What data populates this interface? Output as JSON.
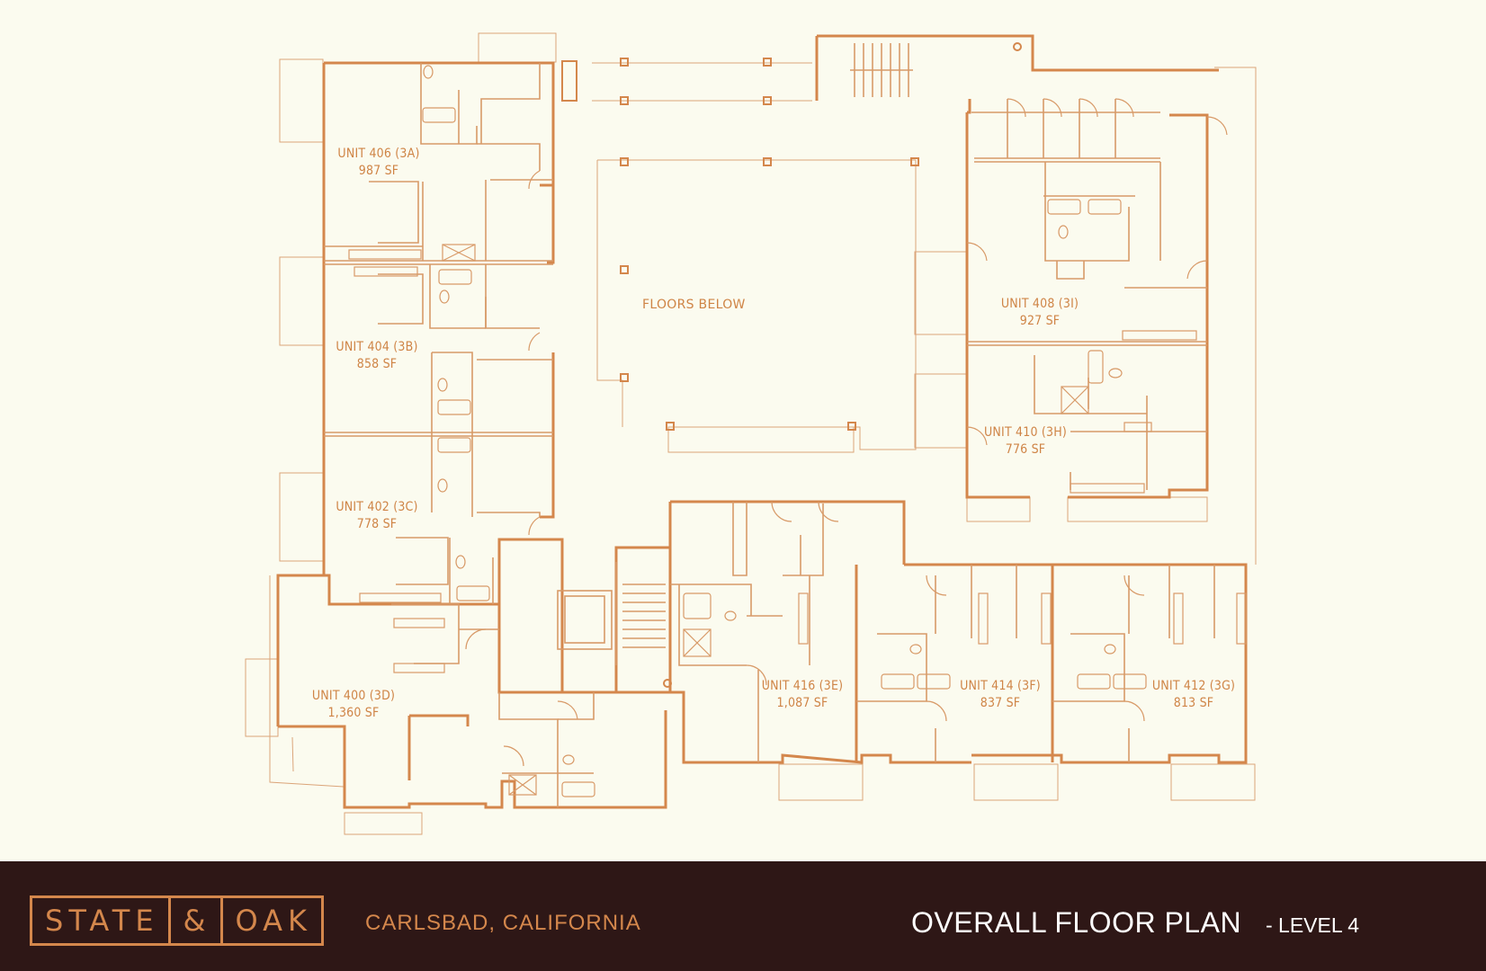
{
  "plan": {
    "floors_below": "FLOORS BELOW",
    "units": [
      {
        "name": "UNIT 406 (3A)",
        "area": "987 SF"
      },
      {
        "name": "UNIT 404 (3B)",
        "area": "858 SF"
      },
      {
        "name": "UNIT 402 (3C)",
        "area": "778 SF"
      },
      {
        "name": "UNIT 400 (3D)",
        "area": "1,360 SF"
      },
      {
        "name": "UNIT 408 (3I)",
        "area": "927 SF"
      },
      {
        "name": "UNIT 410 (3H)",
        "area": "776 SF"
      },
      {
        "name": "UNIT 416 (3E)",
        "area": "1,087 SF"
      },
      {
        "name": "UNIT 414 (3F)",
        "area": "837 SF"
      },
      {
        "name": "UNIT 412 (3G)",
        "area": "813 SF"
      }
    ]
  },
  "footer": {
    "logo_left": "STATE",
    "logo_mid": "&",
    "logo_right": "OAK",
    "location": "CARLSBAD, CALIFORNIA",
    "title": "OVERALL FLOOR PLAN",
    "level": "-  LEVEL 4"
  },
  "colors": {
    "background": "#fbfbef",
    "line": "#d4874c",
    "footer_bg": "#2e1716",
    "footer_text": "#ffffff"
  }
}
